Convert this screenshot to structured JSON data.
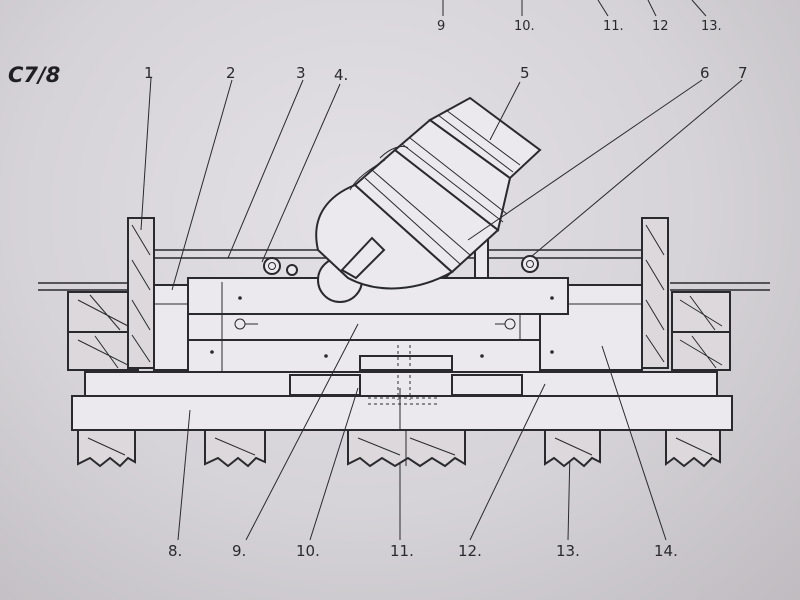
{
  "sheet_id": "C7/8",
  "top_labels": [
    {
      "text": "9"
    },
    {
      "text": "10."
    },
    {
      "text": "11."
    },
    {
      "text": "12"
    },
    {
      "text": "13."
    }
  ],
  "labels": [
    {
      "text": "1"
    },
    {
      "text": "2"
    },
    {
      "text": "3"
    },
    {
      "text": "4."
    },
    {
      "text": "5"
    },
    {
      "text": "6"
    },
    {
      "text": "7"
    },
    {
      "text": "8."
    },
    {
      "text": "9."
    },
    {
      "text": "10."
    },
    {
      "text": "11."
    },
    {
      "text": "12."
    },
    {
      "text": "13."
    },
    {
      "text": "14."
    }
  ]
}
